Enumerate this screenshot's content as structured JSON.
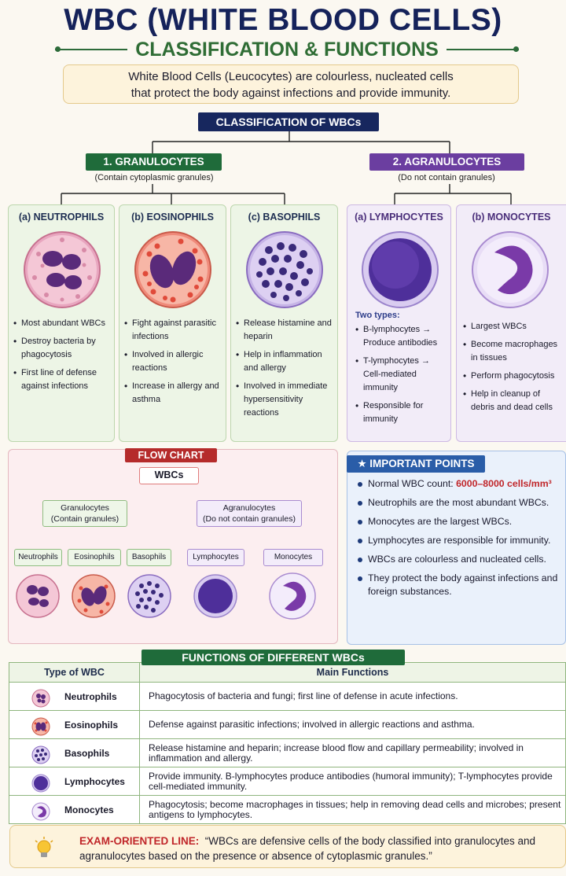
{
  "header": {
    "title": "WBC (WHITE BLOOD CELLS)",
    "subtitle": "CLASSIFICATION & FUNCTIONS",
    "intro_line1": "White Blood Cells (Leucocytes) are colourless, nucleated cells",
    "intro_line2": "that protect the body against infections and provide immunity."
  },
  "classification": {
    "heading": "CLASSIFICATION OF WBCs",
    "granulocytes": {
      "label": "1. GRANULOCYTES",
      "note": "(Contain cytoplasmic granules)"
    },
    "agranulocytes": {
      "label": "2. AGRANULOCYTES",
      "note": "(Do not contain granules)"
    }
  },
  "cards": {
    "neutrophils": {
      "title": "(a) NEUTROPHILS",
      "points": [
        "Most abundant WBCs",
        "Destroy bacteria by phagocytosis",
        "First line of defense against infections"
      ]
    },
    "eosinophils": {
      "title": "(b) EOSINOPHILS",
      "points": [
        "Fight against parasitic infections",
        "Involved in allergic reactions",
        "Increase in allergy and asthma"
      ]
    },
    "basophils": {
      "title": "(c) BASOPHILS",
      "points": [
        "Release histamine and heparin",
        "Help in inflammation and allergy",
        "Involved in immediate hypersensitivity reactions"
      ]
    },
    "lymphocytes": {
      "title": "(a) LYMPHOCYTES",
      "two_types": "Two types:",
      "points": [
        "B-lymphocytes → Produce antibodies",
        "T-lymphocytes → Cell-mediated immunity",
        "Responsible for immunity"
      ]
    },
    "monocytes": {
      "title": "(b) MONOCYTES",
      "points": [
        "Largest WBCs",
        "Become macrophages in tissues",
        "Perform phagocytosis",
        "Help in cleanup of debris and dead cells"
      ]
    }
  },
  "flow_chart": {
    "heading": "FLOW CHART",
    "root": "WBCs",
    "gran_line1": "Granulocytes",
    "gran_line2": "(Contain granules)",
    "agran_line1": "Agranulocytes",
    "agran_line2": "(Do not contain granules)",
    "leaves": [
      "Neutrophils",
      "Eosinophils",
      "Basophils",
      "Lymphocytes",
      "Monocytes"
    ]
  },
  "important_points": {
    "heading": "★  IMPORTANT POINTS",
    "count_prefix": "Normal WBC count: ",
    "count_value": "6000–8000 cells/mm³",
    "points": [
      "Neutrophils are the most abundant WBCs.",
      "Monocytes are the largest WBCs.",
      "Lymphocytes are responsible for immunity.",
      "WBCs are colourless and nucleated cells.",
      "They protect the body against infections and foreign substances."
    ]
  },
  "functions_table": {
    "heading": "FUNCTIONS OF DIFFERENT WBCs",
    "col_type": "Type of WBC",
    "col_functions": "Main Functions",
    "rows": [
      {
        "type": "Neutrophils",
        "function": "Phagocytosis of bacteria and fungi; first line of defense in acute infections."
      },
      {
        "type": "Eosinophils",
        "function": "Defense against parasitic infections; involved in allergic reactions and asthma."
      },
      {
        "type": "Basophils",
        "function": "Release histamine and heparin; increase blood flow and capillary permeability; involved in inflammation and allergy."
      },
      {
        "type": "Lymphocytes",
        "function": "Provide immunity. B-lymphocytes produce antibodies (humoral immunity); T-lymphocytes provide cell-mediated immunity."
      },
      {
        "type": "Monocytes",
        "function": "Phagocytosis; become macrophages in tissues; help in removing dead cells and microbes; present antigens to lymphocytes."
      }
    ]
  },
  "exam_line": {
    "label": "EXAM-ORIENTED LINE:",
    "text": "“WBCs are defensive cells of the body classified into granulocytes and agranulocytes based on the presence or absence of cytoplasmic granules.”"
  },
  "colors": {
    "navy": "#17275e",
    "green": "#1f6b3a",
    "purple": "#6b3ea0",
    "red": "#b52b2b",
    "blue": "#2a5da8"
  },
  "icons": [
    "neutrophil-cell-icon",
    "eosinophil-cell-icon",
    "basophil-cell-icon",
    "lymphocyte-cell-icon",
    "monocyte-cell-icon",
    "lightbulb-icon"
  ]
}
